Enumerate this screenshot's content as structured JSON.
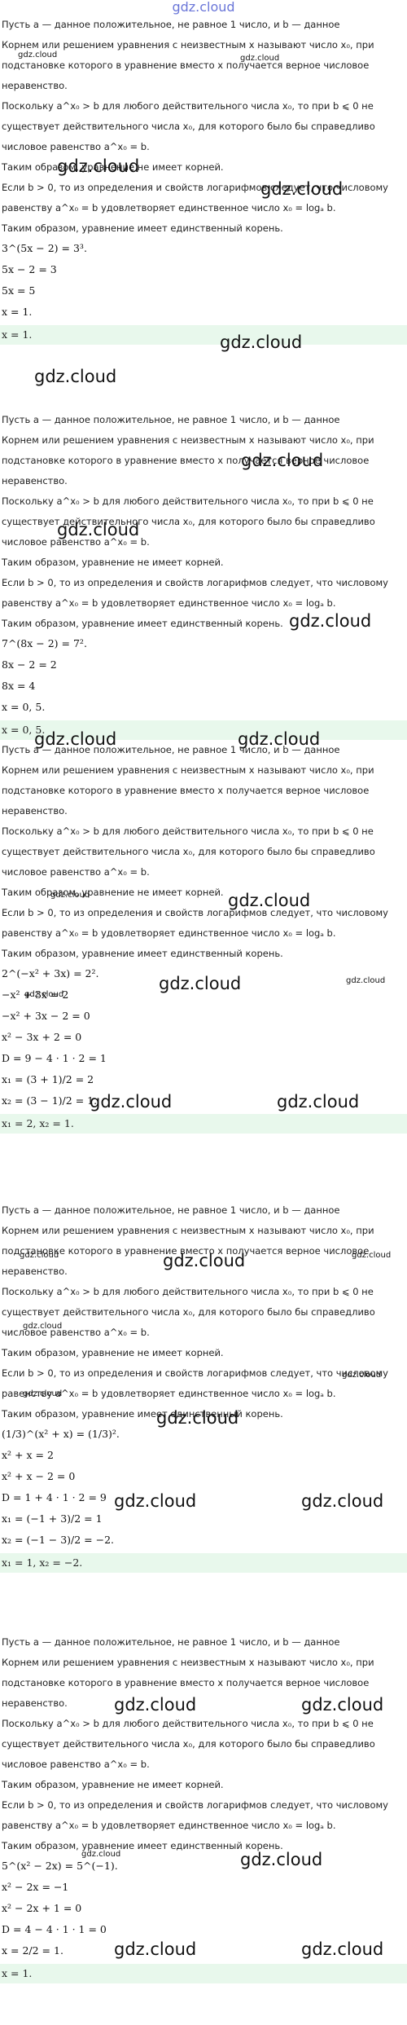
{
  "header": {
    "logo": "gdz.cloud"
  },
  "watermark": "gdz.cloud",
  "theory": {
    "p1": "Пусть a — данное положительное, не равное 1 число, и b — данное",
    "p2": "Корнем или решением уравнения с неизвестным x называют число x₀, при",
    "p3": "подстановке которого в уравнение вместо x получается верное числовое",
    "p4": "неравенство.",
    "p5": "Поскольку a^x₀ > b для любого действительного числа x₀, то при b ⩽ 0 не",
    "p6": "существует действительного числа x₀, для которого было бы справедливо",
    "p7": "числовое равенство a^x₀ = b.",
    "p8": "Таким образом, уравнение не имеет корней.",
    "p9": "Если b > 0, то из определения и свойств логарифмов следует, что числовому",
    "p10": "равенству a^x₀ = b удовлетворяет единственное число x₀ = logₐ b.",
    "p11": "Таким образом, уравнение имеет единственный корень."
  },
  "solutions": [
    {
      "steps": [
        "3^(5x − 2) = 3³.",
        "5x − 2 = 3",
        "5x = 5",
        "x = 1."
      ],
      "answer": "x = 1."
    },
    {
      "steps": [
        "7^(8x − 2) = 7².",
        "8x − 2 = 2",
        "8x = 4",
        "x = 0, 5."
      ],
      "answer": "x = 0, 5."
    },
    {
      "steps": [
        "2^(−x² + 3x) = 2².",
        "−x² + 3x = 2",
        "−x² + 3x − 2 = 0",
        "x² − 3x + 2 = 0",
        "D = 9 − 4 · 1 · 2 = 1",
        "x₁ = (3 + 1)/2 = 2",
        "x₂ = (3 − 1)/2 = 1."
      ],
      "answer": "x₁ = 2, x₂ = 1."
    },
    {
      "steps": [
        "(1/3)^(x² + x) = (1/3)².",
        "x² + x = 2",
        "x² + x − 2 = 0",
        "D = 1 + 4 · 1 · 2 = 9",
        "x₁ = (−1 + 3)/2 = 1",
        "x₂ = (−1 − 3)/2 = −2."
      ],
      "answer": "x₁ = 1, x₂ = −2."
    },
    {
      "steps": [
        "5^(x² − 2x) = 5^(−1).",
        "x² − 2x = −1",
        "x² − 2x + 1 = 0",
        "D = 4 − 4 · 1 · 1 = 0",
        "x = 2/2 = 1."
      ],
      "answer": "x = 1."
    }
  ]
}
